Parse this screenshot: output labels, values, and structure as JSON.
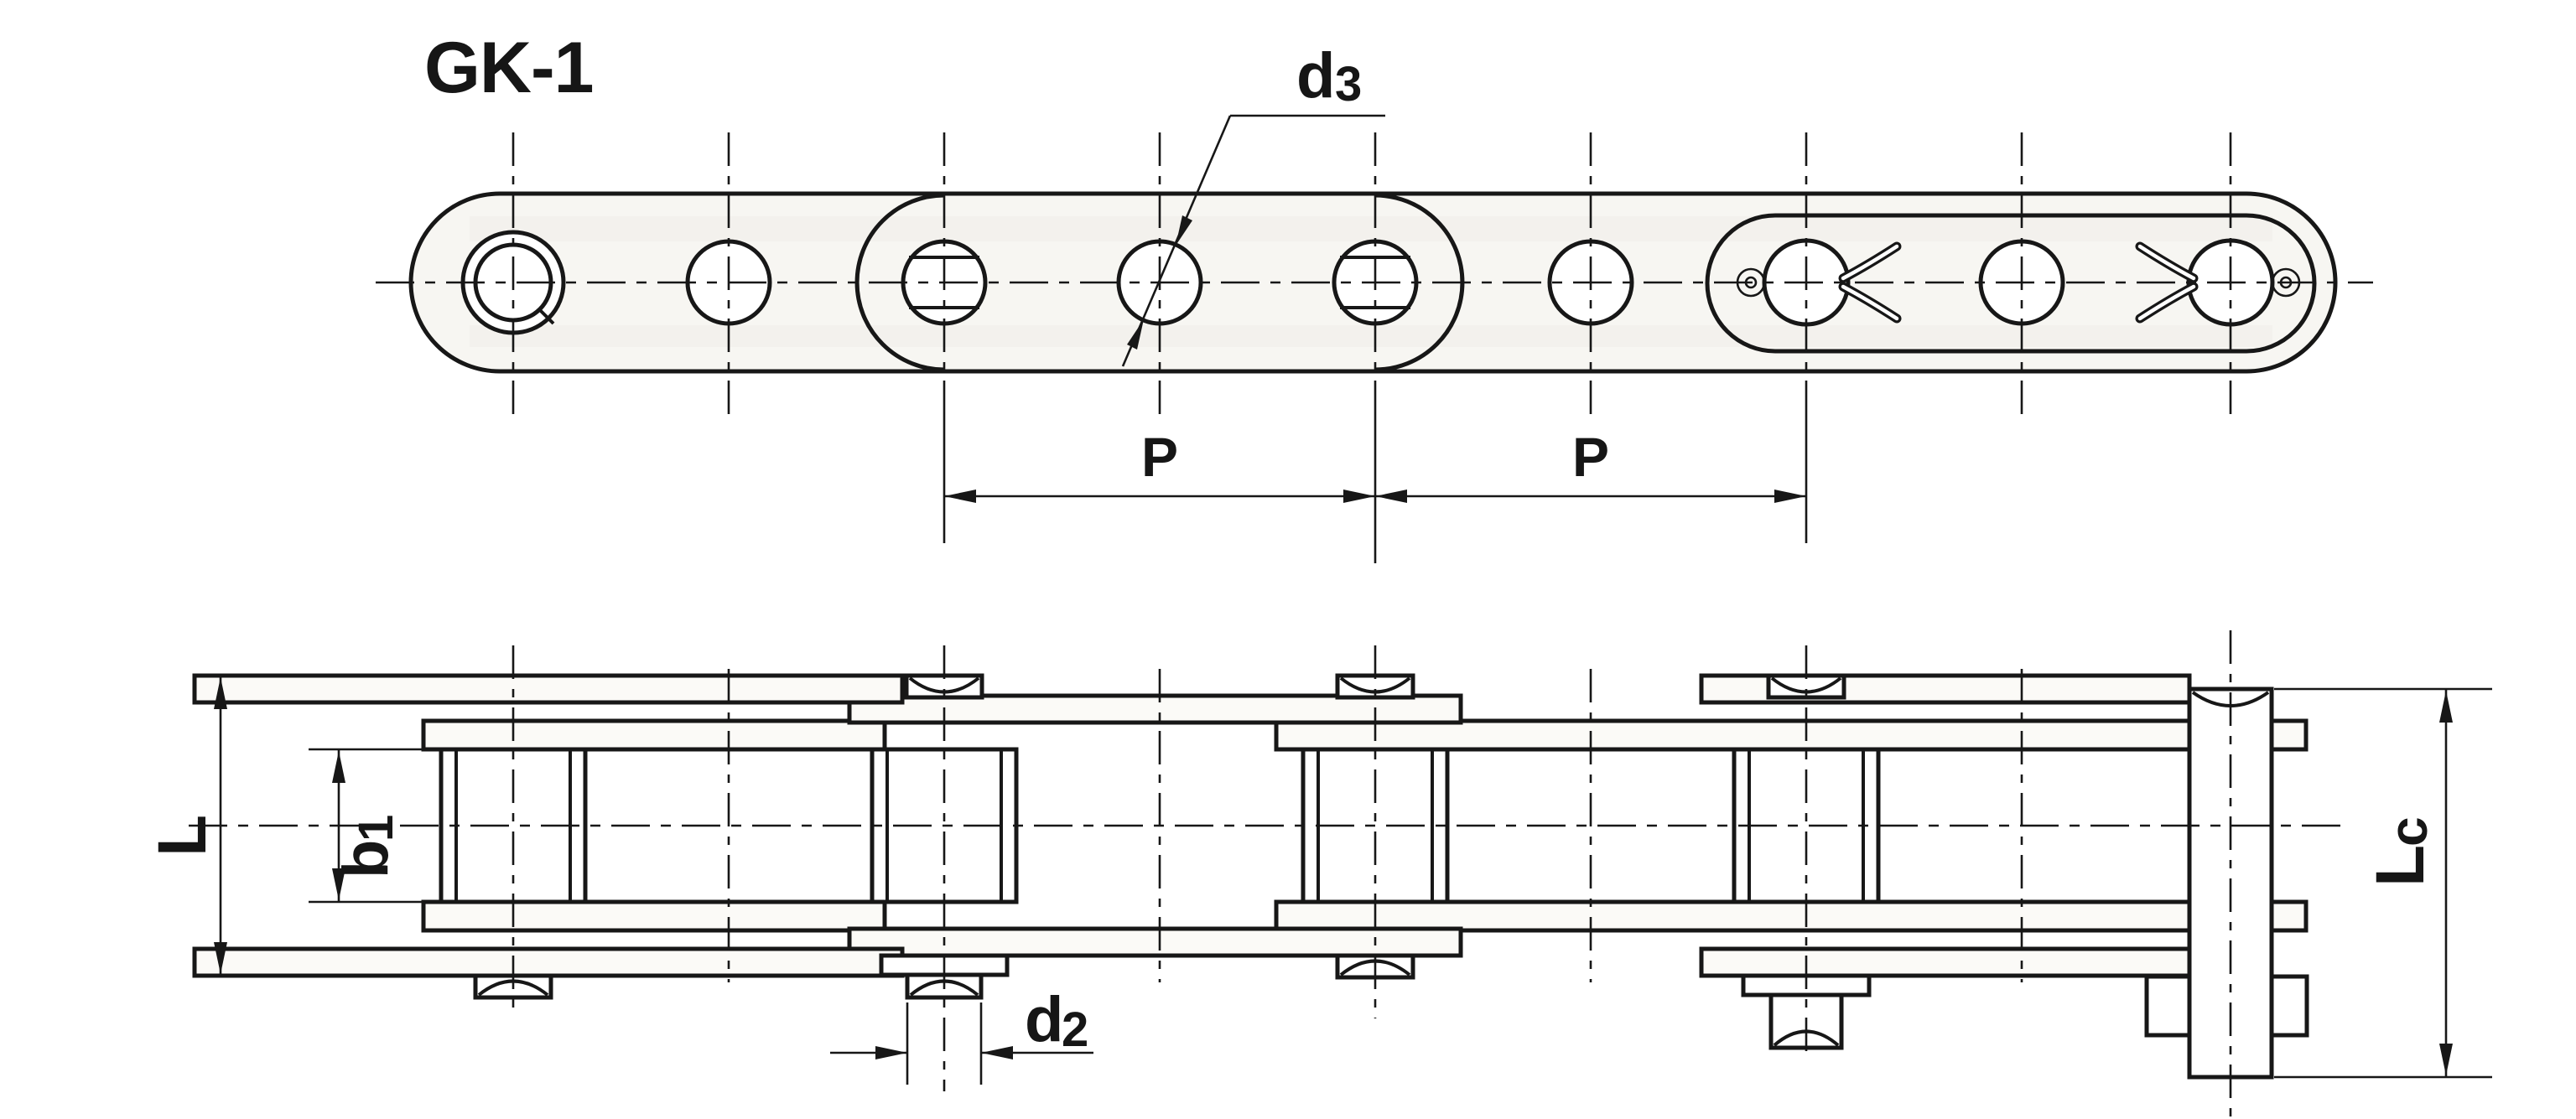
{
  "title": "GK-1",
  "colors": {
    "line": "#171717",
    "background": "#ffffff",
    "plate_fill": "#f7f6f2"
  },
  "top_view": {
    "description": "chain plan view",
    "pitch_left": "P",
    "pitch_right": "P",
    "d3": {
      "main": "d",
      "sub": "3"
    }
  },
  "bottom_view": {
    "description": "chain width section view",
    "L": "L",
    "b1": {
      "main": "b",
      "sub": "1"
    },
    "Lc": {
      "main": "L",
      "sub": "c"
    },
    "d2": {
      "main": "d",
      "sub": "2"
    }
  }
}
